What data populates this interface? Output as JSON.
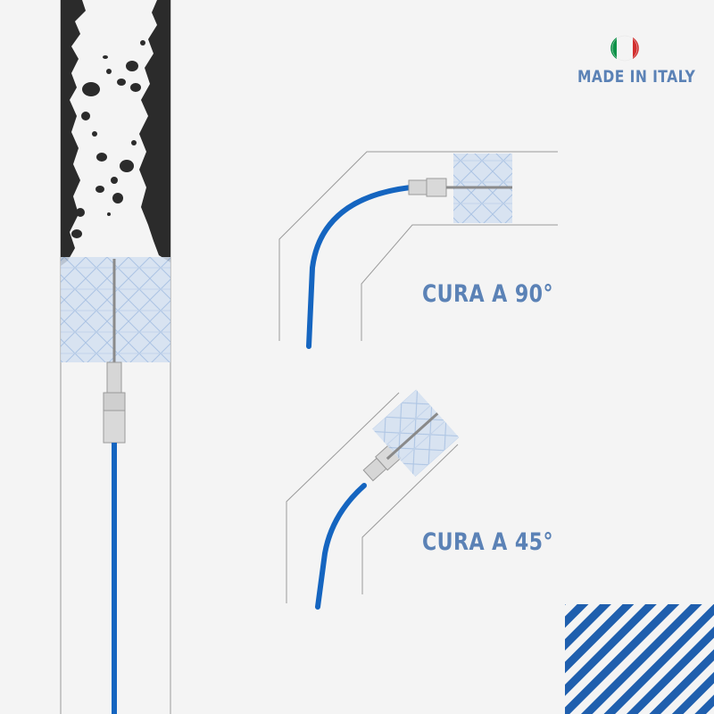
{
  "badge": {
    "text": "MADE IN ITALY",
    "flag_colors": {
      "green": "#0b9247",
      "white": "#f4f4f4",
      "red": "#d32f2f"
    }
  },
  "curves": [
    {
      "label": "CURA A 90°"
    },
    {
      "label": "CURA A 45°"
    }
  ],
  "colors": {
    "background": "#f4f4f4",
    "cable": "#1565c0",
    "brush": "#c7d7ee",
    "text_accent": "#5b82b6",
    "debris": "#2b2b2b",
    "stripes": "#1f5fae"
  },
  "icons": [
    "italian-flag-icon",
    "chimney-illustration",
    "brush-icon",
    "stripe-pattern"
  ]
}
